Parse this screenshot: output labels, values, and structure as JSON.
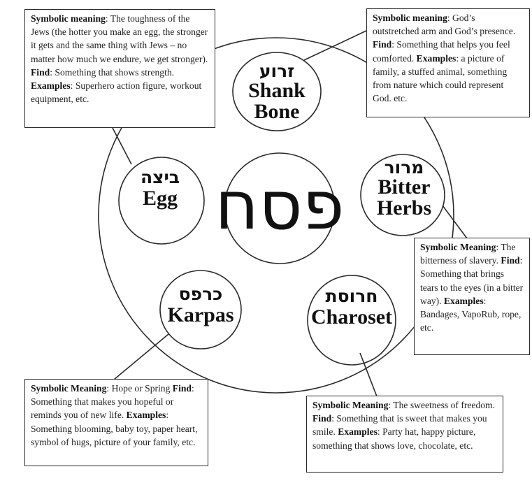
{
  "title_hebrew": "פסח",
  "colors": {
    "line": "#2a2a2a",
    "text": "#1a1a1a",
    "background": "#ffffff"
  },
  "items": {
    "shank_bone": {
      "hebrew": "זרוע",
      "english_line1": "Shank",
      "english_line2": "Bone",
      "box": {
        "label_meaning": "Symbolic meaning",
        "meaning": ": God’s outstretched arm and God’s presence. ",
        "label_find": "Find",
        "find": ": Something that helps you feel comforted. ",
        "label_examples": "Examples",
        "examples": ": a picture of family, a stuffed animal, something from nature which could represent God. etc."
      }
    },
    "egg": {
      "hebrew": "ביצה",
      "english_line1": "Egg",
      "box": {
        "label_meaning": "Symbolic meaning",
        "meaning": ": The toughness of the Jews (the hotter you make an egg, the stronger it gets and the same thing with Jews – no matter how much we endure, we get stronger). ",
        "label_find": "Find",
        "find": ": Something that shows strength. ",
        "label_examples": "Examples",
        "examples": ": Superhero action figure, workout equipment, etc."
      }
    },
    "bitter_herbs": {
      "hebrew": "מרור",
      "english_line1": "Bitter",
      "english_line2": "Herbs",
      "box": {
        "label_meaning": "Symbolic Meaning",
        "meaning": ": The bitterness of slavery. ",
        "label_find": "Find",
        "find": ": Something that brings tears to the eyes (in a bitter way). ",
        "label_examples": "Examples",
        "examples": ": Bandages, VapoRub, rope, etc."
      }
    },
    "karpas": {
      "hebrew": "כרפס",
      "english_line1": "Karpas",
      "box": {
        "label_meaning": "Symbolic Meaning",
        "meaning": ": Hope or Spring ",
        "label_find": "Find",
        "find": ": Something that makes you hopeful or reminds you of new life. ",
        "label_examples": "Examples",
        "examples": ": Something blooming, baby toy, paper heart, symbol of hugs, picture of your family, etc."
      }
    },
    "charoset": {
      "hebrew": "חרוסת",
      "english_line1": "Charoset",
      "box": {
        "label_meaning": "Symbolic Meaning",
        "meaning": ": The sweetness of freedom. ",
        "label_find": "Find",
        "find": ": Something that is sweet that makes you smile. ",
        "label_examples": "Examples",
        "examples": ": Party hat, happy picture, something that shows love, chocolate, etc."
      }
    }
  }
}
